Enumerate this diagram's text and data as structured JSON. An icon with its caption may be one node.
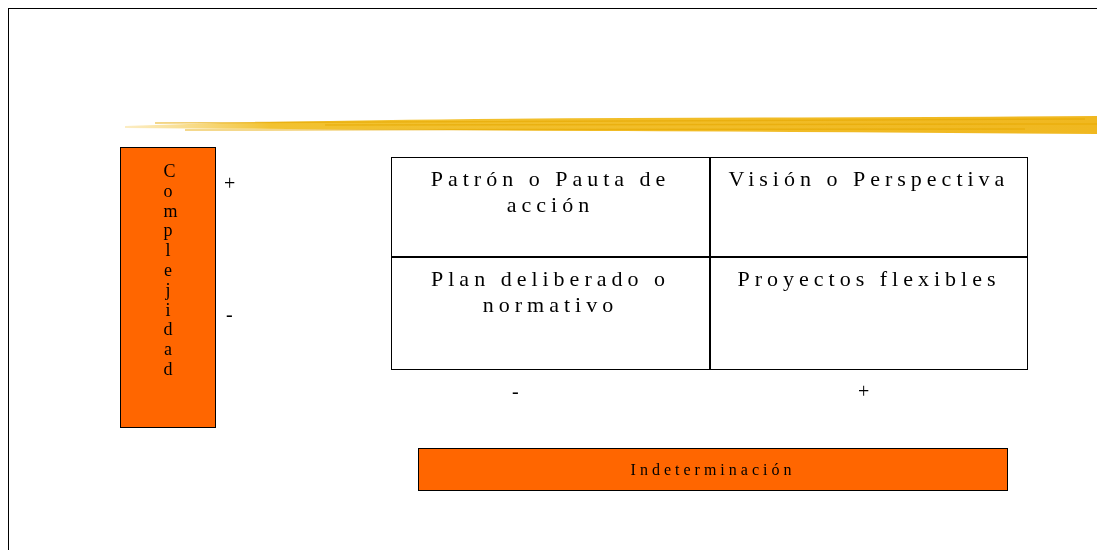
{
  "diagram": {
    "nodes": [
      {
        "text": [
          "Complejidad"
        ]
      },
      {
        "text": [
          "Indeterminación"
        ]
      }
    ],
    "labels": [
      "+",
      "Patrón o Pauta de acción",
      "Visión o Perspectiva",
      "-",
      "Plan deliberado o normativo",
      "Proyectos flexibles",
      "-",
      "+"
    ]
  }
}
